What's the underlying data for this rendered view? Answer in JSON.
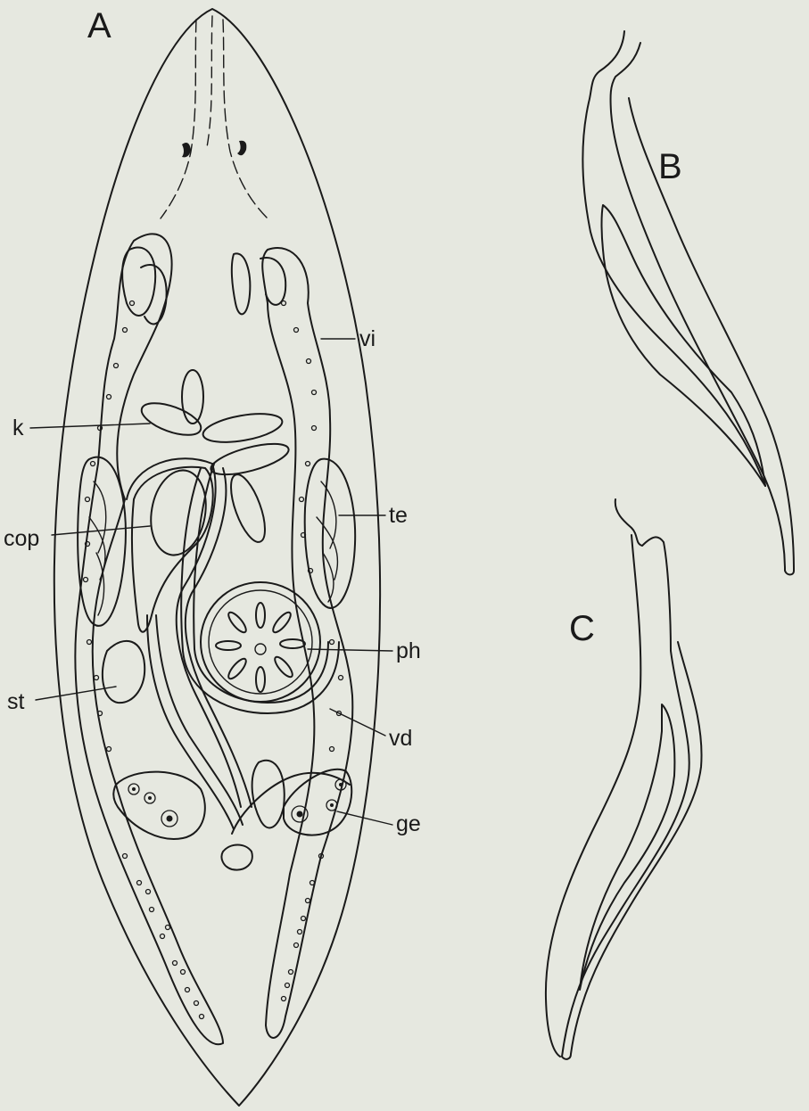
{
  "panels": {
    "a": "A",
    "b": "B",
    "c": "C"
  },
  "labels": {
    "vi": "vi",
    "k": "k",
    "te": "te",
    "cop": "cop",
    "ph": "ph",
    "st": "st",
    "vd": "vd",
    "ge": "ge"
  }
}
